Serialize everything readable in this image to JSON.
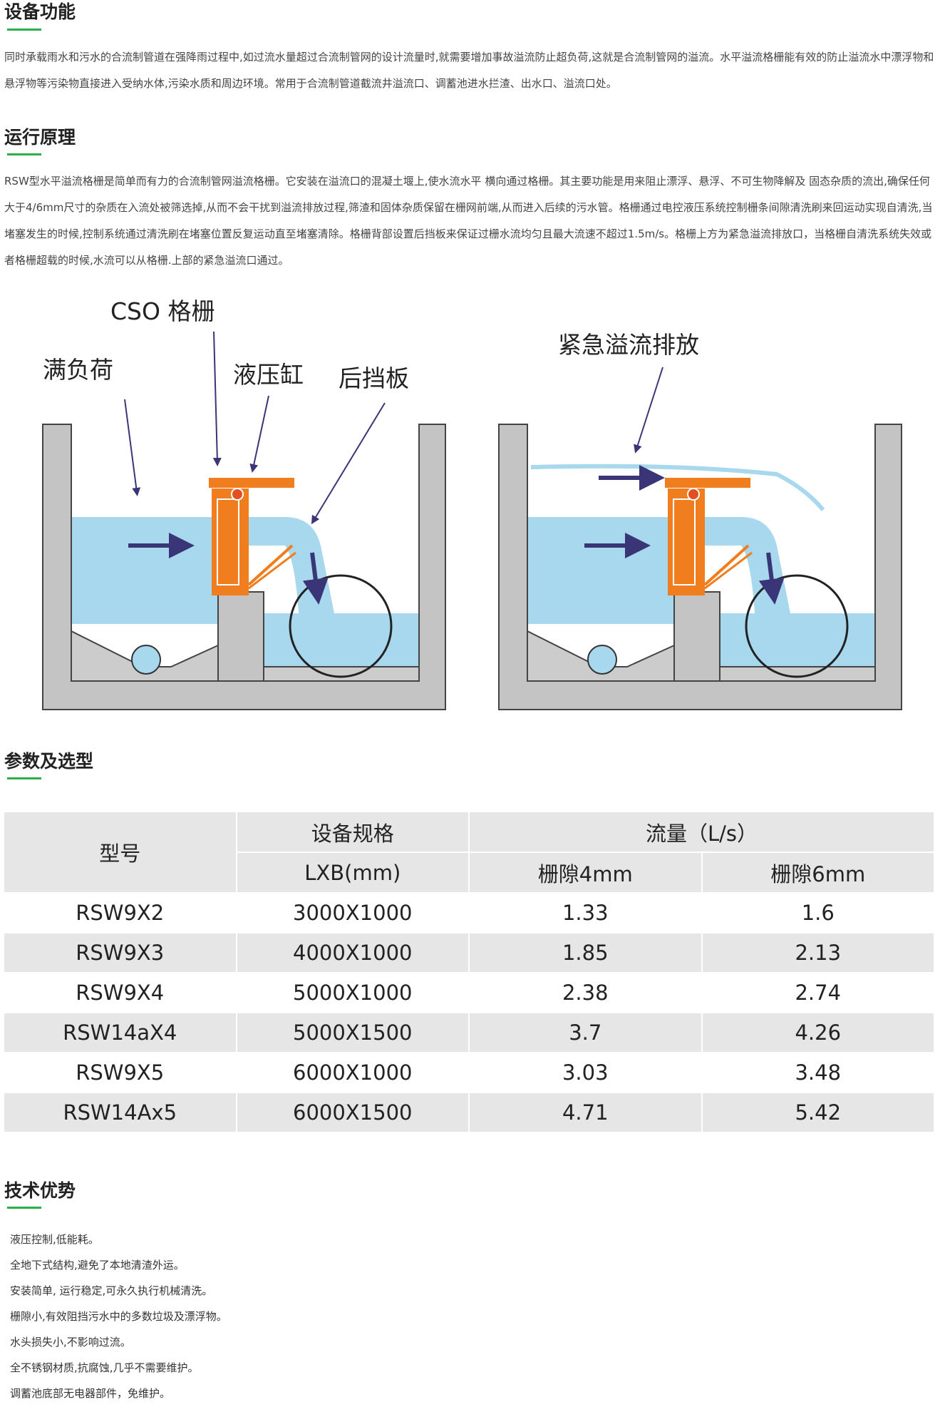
{
  "sections": {
    "function": {
      "title": "设备功能",
      "paragraph": "同时承载雨水和污水的合流制管道在强降雨过程中,如过流水量超过合流制管网的设计流量时,就需要增加事故溢流防止超负荷,这就是合流制管网的溢流。水平溢流格栅能有效的防止溢流水中漂浮物和悬浮物等污染物直接进入受纳水体,污染水质和周边环境。常用于合流制管道截流井溢流口、调蓄池进水拦渣、出水口、溢流口处。"
    },
    "principle": {
      "title": "运行原理",
      "paragraph": "RSW型水平溢流格栅是简单而有力的合流制管网溢流格栅。它安装在溢流口的混凝土堰上,使水流水平 横向通过格栅。其主要功能是用来阻止漂浮、悬浮、不可生物降解及 固态杂质的流出,确保任何大于4/6mm尺寸的杂质在入流处被筛选掉,从而不会干扰到溢流排放过程,筛渣和固体杂质保留在栅网前端,从而进入后续的污水管。格栅通过电控液压系统控制栅条间隙清洗刷来回运动实现自清洗,当堵塞发生的时候,控制系统通过清洗刷在堵塞位置反复运动直至堵塞清除。格栅背部设置后挡板来保证过栅水流均匀且最大流速不超过1.5m/s。格栅上方为紧急溢流排放口，当格栅自清洗系统失效或者格栅超载的时候,水流可以从格栅.上部的紧急溢流口通过。"
    },
    "params": {
      "title": "参数及选型"
    },
    "advantages": {
      "title": "技术优势",
      "items": [
        "液压控制,低能耗。",
        "全地下式结构,避免了本地清渣外运。",
        "安装简单, 运行稳定,可永久执行机械清洗。",
        "栅隙小,有效阻挡污水中的多数垃圾及漂浮物。",
        "水头损失小,不影响过流。",
        "全不锈钢材质,抗腐蚀,几乎不需要维护。",
        "调蓄池底部无电器部件，免维护。"
      ]
    }
  },
  "diagram": {
    "labels": {
      "cso": "CSO  格栅",
      "full_load": "满负荷",
      "cylinder": "液压缸",
      "back_plate": "后挡板",
      "emergency": "紧急溢流排放"
    },
    "colors": {
      "water": "#a8d8ee",
      "concrete": "#c8c8c8",
      "wall": "#c4c4c4",
      "screen": "#f07d1e",
      "arrow": "#3a3576"
    }
  },
  "table": {
    "header": {
      "model": "型号",
      "spec": "设备规格",
      "spec_unit": "LXB(mm)",
      "flow": "流量（L/s）",
      "gap4": "栅隙4mm",
      "gap6": "栅隙6mm"
    },
    "rows": [
      [
        "RSW9X2",
        "3000X1000",
        "1.33",
        "1.6"
      ],
      [
        "RSW9X3",
        "4000X1000",
        "1.85",
        "2.13"
      ],
      [
        "RSW9X4",
        "5000X1000",
        "2.38",
        "2.74"
      ],
      [
        "RSW14aX4",
        "5000X1500",
        "3.7",
        "4.26"
      ],
      [
        "RSW9X5",
        "6000X1000",
        "3.03",
        "3.48"
      ],
      [
        "RSW14Ax5",
        "6000X1500",
        "4.71",
        "5.42"
      ]
    ]
  },
  "colors": {
    "accent_green": "#2ab04a",
    "header_gray": "#e6e6e6"
  }
}
